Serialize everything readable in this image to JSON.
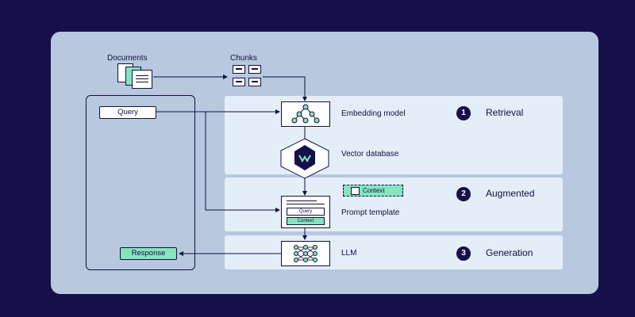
{
  "labels": {
    "documents": "Documents",
    "chunks": "Chunks",
    "query": "Query",
    "response": "Response",
    "embedding_model": "Embedding model",
    "vector_database": "Vector database",
    "prompt_template": "Prompt template",
    "llm": "LLM",
    "context_tag": "Context",
    "template_query": "Query",
    "template_context": "Context"
  },
  "steps": [
    {
      "number": "1",
      "title": "Retrieval"
    },
    {
      "number": "2",
      "title": "Augmented"
    },
    {
      "number": "3",
      "title": "Generation"
    }
  ],
  "colors": {
    "background": "#15104a",
    "card": "#b8c8df",
    "band": "#e4eef9",
    "accent_green": "#86e4bf",
    "ink": "#12103c"
  }
}
